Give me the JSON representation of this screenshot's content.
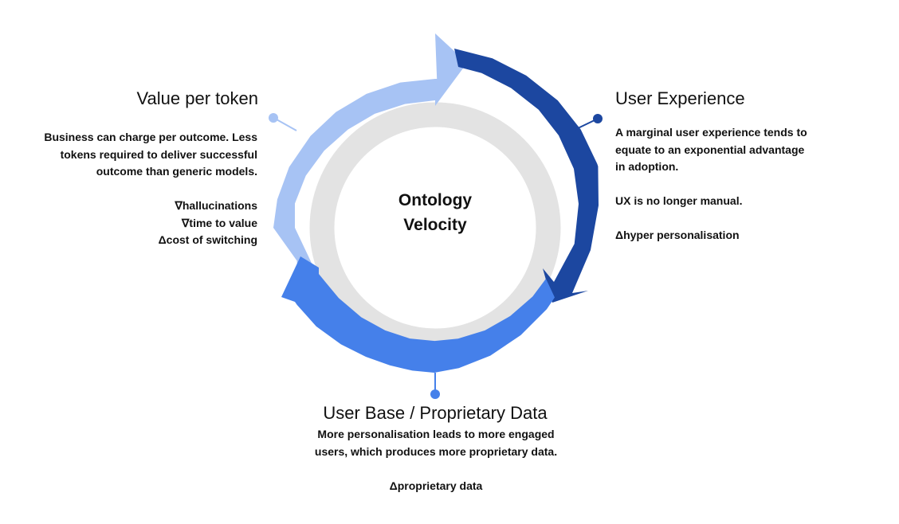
{
  "diagram": {
    "center_title_line1": "Ontology",
    "center_title_line2": "Velocity",
    "colors": {
      "inner_ring": "#e3e3e3",
      "arrow_light": "#a7c3f4",
      "arrow_dark": "#1c47a0",
      "arrow_mid": "#4580ea",
      "connector_light": "#a7c3f4",
      "connector_dark": "#1c47a0",
      "connector_mid": "#4580ea"
    },
    "sections": {
      "value_per_token": {
        "heading": "Value per token",
        "description": "Business can charge per outcome. Less tokens required to deliver successful outcome than generic models.",
        "metrics": [
          "∇hallucinations",
          "∇time to value",
          "Δcost of switching"
        ]
      },
      "user_experience": {
        "heading": "User Experience",
        "description": "A marginal user experience tends to equate to an exponential advantage in adoption.",
        "note": "UX is no longer manual.",
        "metric": "Δhyper personalisation"
      },
      "user_base": {
        "heading": "User Base / Proprietary Data",
        "description": "More personalisation leads to more engaged users, which produces more proprietary data.",
        "metric": "Δproprietary data"
      }
    }
  }
}
